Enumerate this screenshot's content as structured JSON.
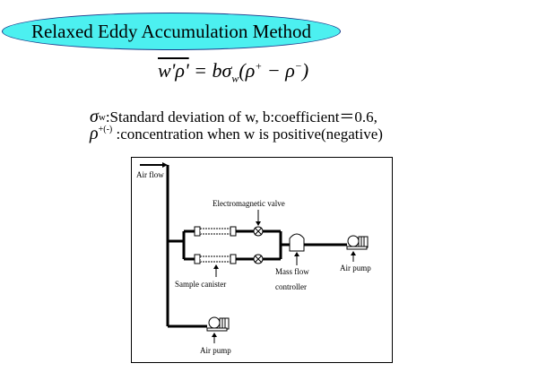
{
  "title": "Relaxed Eddy Accumulation Method",
  "formula": {
    "lhs": "w'ρ'",
    "rhs_coef": "bσ",
    "rhs_sub": "w",
    "rhs_open": "(ρ",
    "plus_sup": "+",
    "minus": " − ρ",
    "minus_sup": "−",
    "close": ")"
  },
  "definitions": {
    "sigma_symbol": "σ",
    "sigma_sub": "w",
    "line1_text": ":Standard deviation of w,  b:coefficient＝0.6,",
    "rho_symbol": "ρ",
    "rho_sup": "+(-)",
    "line2_text": "  :concentration when w is positive(negative)"
  },
  "diagram": {
    "air_flow": "Air flow",
    "valve": "Electromagnetic valve",
    "canister": "Sample canister",
    "mfc_line1": "Mass  flow",
    "mfc_line2": "controller",
    "pump_right": "Air pump",
    "pump_bottom": "Air pump"
  }
}
